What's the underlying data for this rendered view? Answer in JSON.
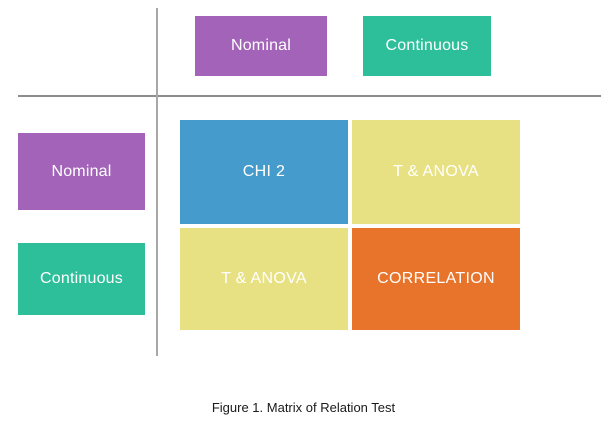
{
  "figure": {
    "caption": "Figure 1. Matrix of Relation Test"
  },
  "colors": {
    "nominal": "#a263b8",
    "continuous": "#2dbe9a",
    "chi2": "#459bcb",
    "t_anova": "#e8e183",
    "correlation": "#e8742b",
    "axis_horizontal": "#8c8c8c",
    "axis_vertical": "#a8a8a8",
    "label_text": "#ffffff",
    "caption_text": "#1a1a1a",
    "background": "#ffffff"
  },
  "column_headers": [
    {
      "label": "Nominal",
      "color_key": "nominal"
    },
    {
      "label": "Continuous",
      "color_key": "continuous"
    }
  ],
  "row_headers": [
    {
      "label": "Nominal",
      "color_key": "nominal"
    },
    {
      "label": "Continuous",
      "color_key": "continuous"
    }
  ],
  "matrix": {
    "cells": [
      {
        "label": "CHI 2",
        "color_key": "chi2",
        "row": "Nominal",
        "column": "Nominal"
      },
      {
        "label": "T & ANOVA",
        "color_key": "t_anova",
        "row": "Nominal",
        "column": "Continuous"
      },
      {
        "label": "T & ANOVA",
        "color_key": "t_anova",
        "row": "Continuous",
        "column": "Nominal"
      },
      {
        "label": "CORRELATION",
        "color_key": "correlation",
        "row": "Continuous",
        "column": "Continuous"
      }
    ]
  },
  "chart_data": {
    "type": "table",
    "title": "Figure 1. Matrix of Relation Test",
    "xlabel": "",
    "ylabel": "",
    "categories": [
      "Nominal",
      "Continuous"
    ],
    "row_categories": [
      "Nominal",
      "Continuous"
    ],
    "column_categories": [
      "Nominal",
      "Continuous"
    ],
    "values": [
      [
        "CHI 2",
        "T & ANOVA"
      ],
      [
        "T & ANOVA",
        "CORRELATION"
      ]
    ],
    "grid": false,
    "legend": "none"
  }
}
